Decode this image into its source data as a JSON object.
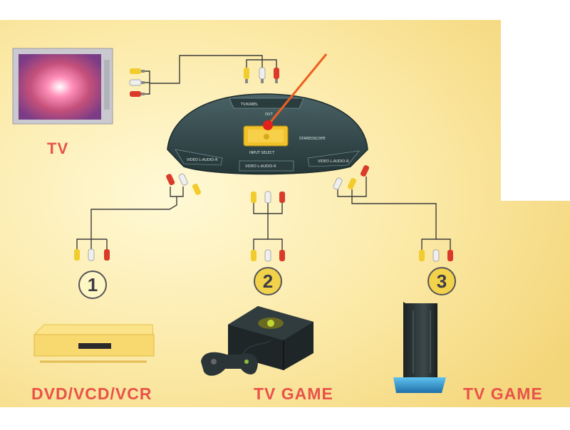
{
  "tv": {
    "label": "TV"
  },
  "switch": {
    "out_label": "TV/KABEL",
    "out_sub": "OUT",
    "brand": "STAREOSCOPE",
    "select_label": "INPUT SELECT",
    "port_left": "VIDEO L-AUDIO-R",
    "port_center": "VIDEO L-AUDIO-R",
    "port_right": "VIDEO L-AUDIO-R"
  },
  "inputs": [
    {
      "number": "1",
      "label": "DVD/VCD/VCR",
      "device": "dvd-player"
    },
    {
      "number": "2",
      "label": "TV GAME",
      "device": "game-console-with-controller"
    },
    {
      "number": "3",
      "label": "TV GAME",
      "device": "tower-game-console"
    }
  ],
  "colors": {
    "background": "#fbeaa4",
    "label": "#e8524a",
    "switch_body": "#33484a",
    "pointer": "#ee5f20",
    "plug_yellow": "#f2cc2c",
    "plug_red": "#d93a2a",
    "plug_white": "#efefef"
  }
}
